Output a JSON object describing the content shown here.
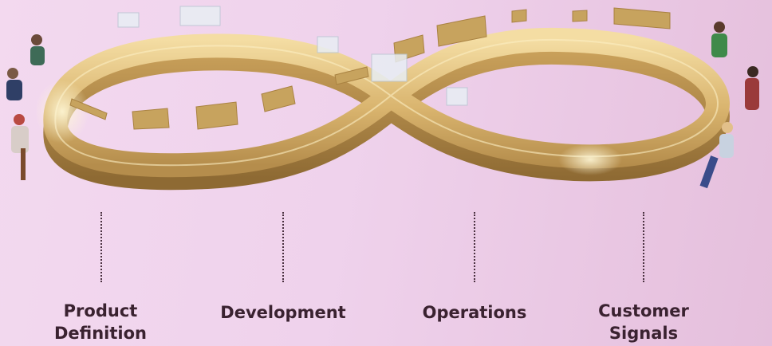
{
  "diagram": {
    "type": "infinity-loop",
    "stages": [
      {
        "label": "Product\nDefinition"
      },
      {
        "label": "Development"
      },
      {
        "label": "Operations"
      },
      {
        "label": "Customer\nSignals"
      }
    ]
  },
  "colors": {
    "background": "#efd2ec",
    "loop_gold": "#d6b16a",
    "loop_highlight": "#f2dba0",
    "loop_shadow": "#a98242",
    "text": "#3a2230"
  }
}
